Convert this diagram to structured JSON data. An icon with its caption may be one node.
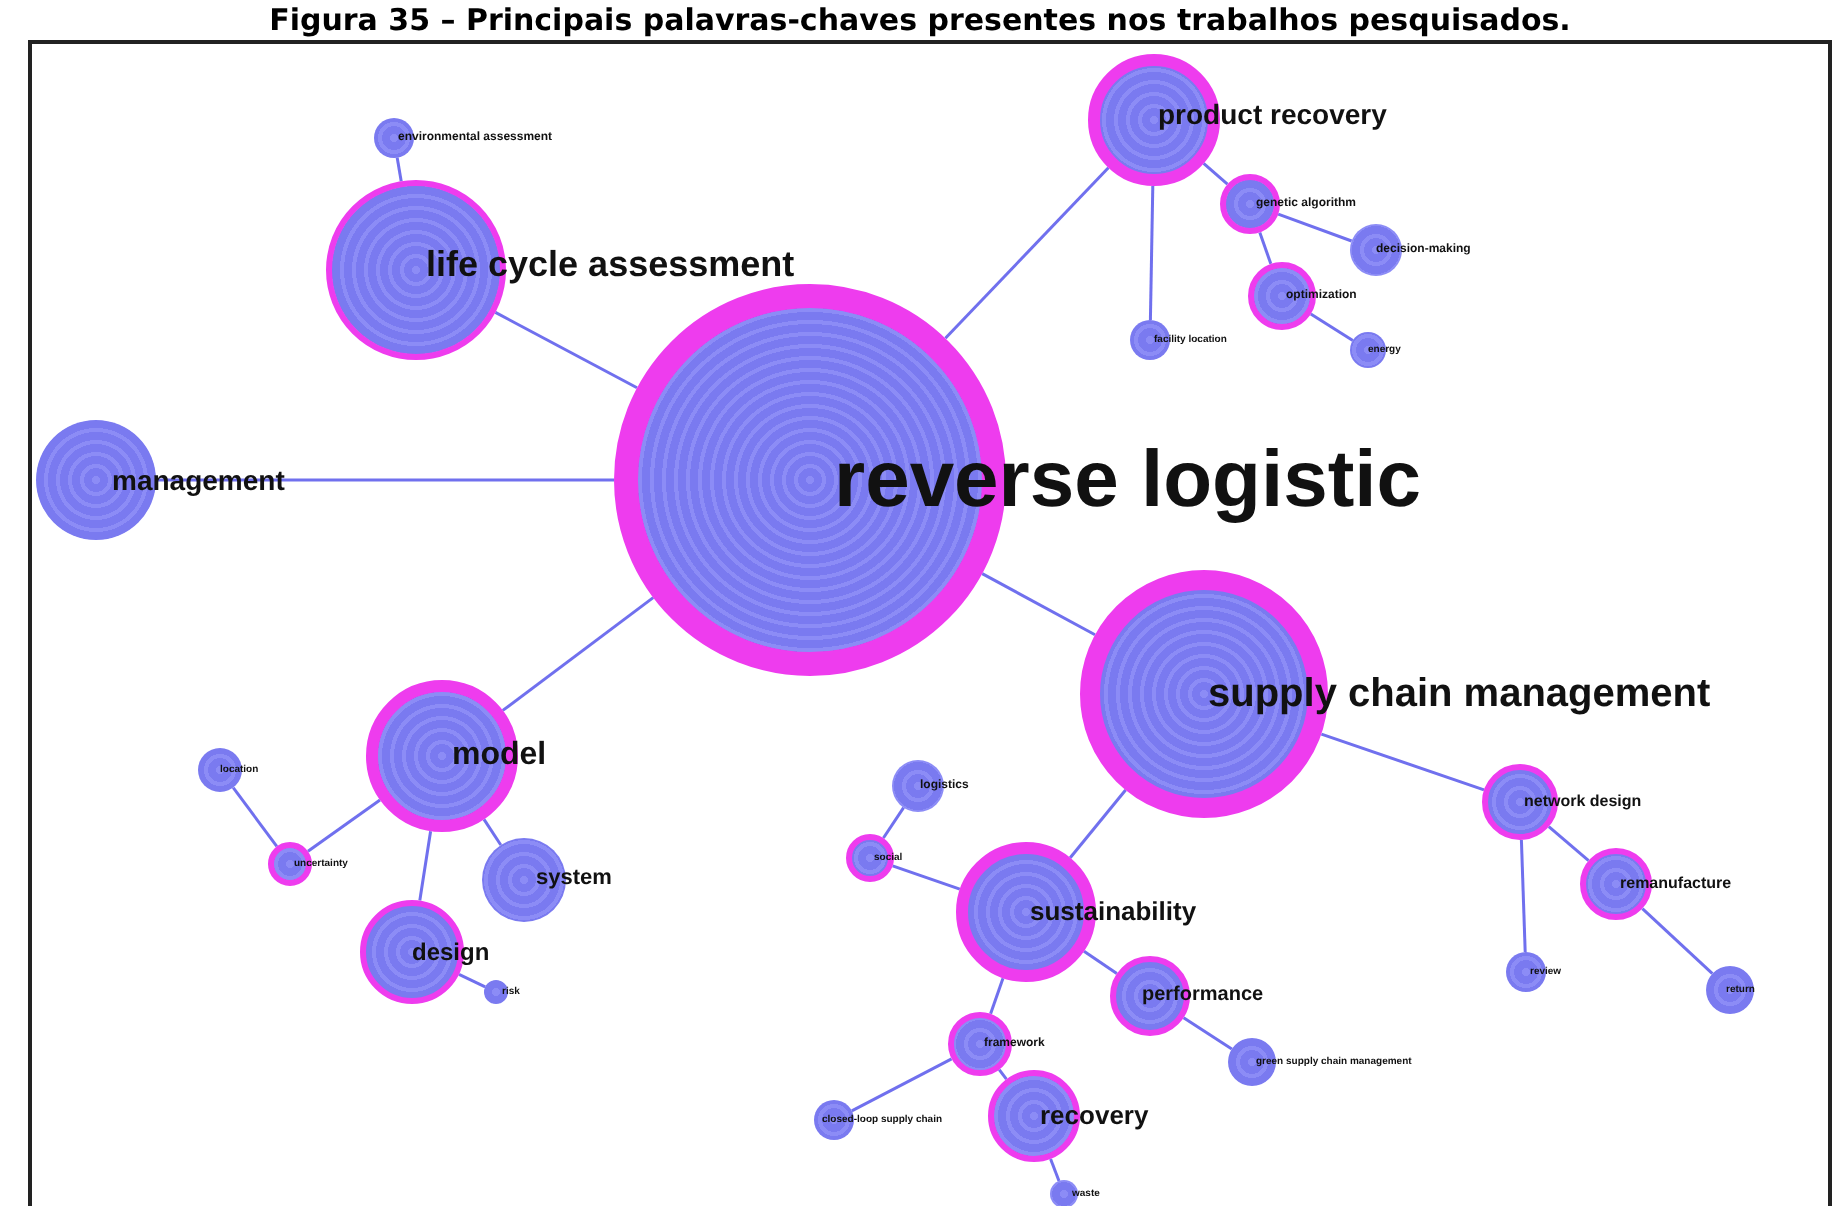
{
  "diagram": {
    "title": "Figura 35 – Principais palavras-chaves presentes nos trabalhos pesquisados.",
    "nodes": [
      {
        "text": [
          "reverse logistic"
        ]
      },
      {
        "text": [
          "life cycle assessment"
        ]
      },
      {
        "text": [
          "environmental assessment"
        ]
      },
      {
        "text": [
          "management"
        ]
      },
      {
        "text": [
          "product recovery"
        ]
      },
      {
        "text": [
          "genetic algorithm"
        ]
      },
      {
        "text": [
          "decision-making"
        ]
      },
      {
        "text": [
          "optimization"
        ]
      },
      {
        "text": [
          "energy"
        ]
      },
      {
        "text": [
          "facility location"
        ]
      },
      {
        "text": [
          "supply chain management"
        ]
      },
      {
        "text": [
          "network design"
        ]
      },
      {
        "text": [
          "remanufacture"
        ]
      },
      {
        "text": [
          "review"
        ]
      },
      {
        "text": [
          "return"
        ]
      },
      {
        "text": [
          "sustainability"
        ]
      },
      {
        "text": [
          "logistics"
        ]
      },
      {
        "text": [
          "social"
        ]
      },
      {
        "text": [
          "performance"
        ]
      },
      {
        "text": [
          "green supply chain management"
        ]
      },
      {
        "text": [
          "framework"
        ]
      },
      {
        "text": [
          "closed-loop supply chain"
        ]
      },
      {
        "text": [
          "recovery"
        ]
      },
      {
        "text": [
          "waste"
        ]
      },
      {
        "text": [
          "model"
        ]
      },
      {
        "text": [
          "location"
        ]
      },
      {
        "text": [
          "uncertainty"
        ]
      },
      {
        "text": [
          "system"
        ]
      },
      {
        "text": [
          "design"
        ]
      },
      {
        "text": [
          "risk"
        ]
      }
    ],
    "edges": [
      {
        "from": 0,
        "to": 1,
        "arrow": "none"
      },
      {
        "from": 1,
        "to": 2,
        "arrow": "none"
      },
      {
        "from": 0,
        "to": 3,
        "arrow": "none"
      },
      {
        "from": 0,
        "to": 4,
        "arrow": "none"
      },
      {
        "from": 4,
        "to": 5,
        "arrow": "none"
      },
      {
        "from": 5,
        "to": 6,
        "arrow": "none"
      },
      {
        "from": 5,
        "to": 7,
        "arrow": "none"
      },
      {
        "from": 7,
        "to": 8,
        "arrow": "none"
      },
      {
        "from": 4,
        "to": 9,
        "arrow": "none"
      },
      {
        "from": 0,
        "to": 10,
        "arrow": "none"
      },
      {
        "from": 10,
        "to": 11,
        "arrow": "none"
      },
      {
        "from": 11,
        "to": 12,
        "arrow": "none"
      },
      {
        "from": 12,
        "to": 14,
        "arrow": "none"
      },
      {
        "from": 11,
        "to": 13,
        "arrow": "none"
      },
      {
        "from": 10,
        "to": 15,
        "arrow": "none"
      },
      {
        "from": 16,
        "to": 17,
        "arrow": "none"
      },
      {
        "from": 17,
        "to": 15,
        "arrow": "none"
      },
      {
        "from": 15,
        "to": 18,
        "arrow": "none"
      },
      {
        "from": 18,
        "to": 19,
        "arrow": "none"
      },
      {
        "from": 15,
        "to": 20,
        "arrow": "none"
      },
      {
        "from": 20,
        "to": 21,
        "arrow": "none"
      },
      {
        "from": 20,
        "to": 22,
        "arrow": "none"
      },
      {
        "from": 22,
        "to": 23,
        "arrow": "none"
      },
      {
        "from": 0,
        "to": 24,
        "arrow": "none"
      },
      {
        "from": 24,
        "to": 26,
        "arrow": "none"
      },
      {
        "from": 26,
        "to": 25,
        "arrow": "none"
      },
      {
        "from": 24,
        "to": 27,
        "arrow": "none"
      },
      {
        "from": 24,
        "to": 28,
        "arrow": "none"
      },
      {
        "from": 28,
        "to": 29,
        "arrow": "none"
      }
    ]
  }
}
